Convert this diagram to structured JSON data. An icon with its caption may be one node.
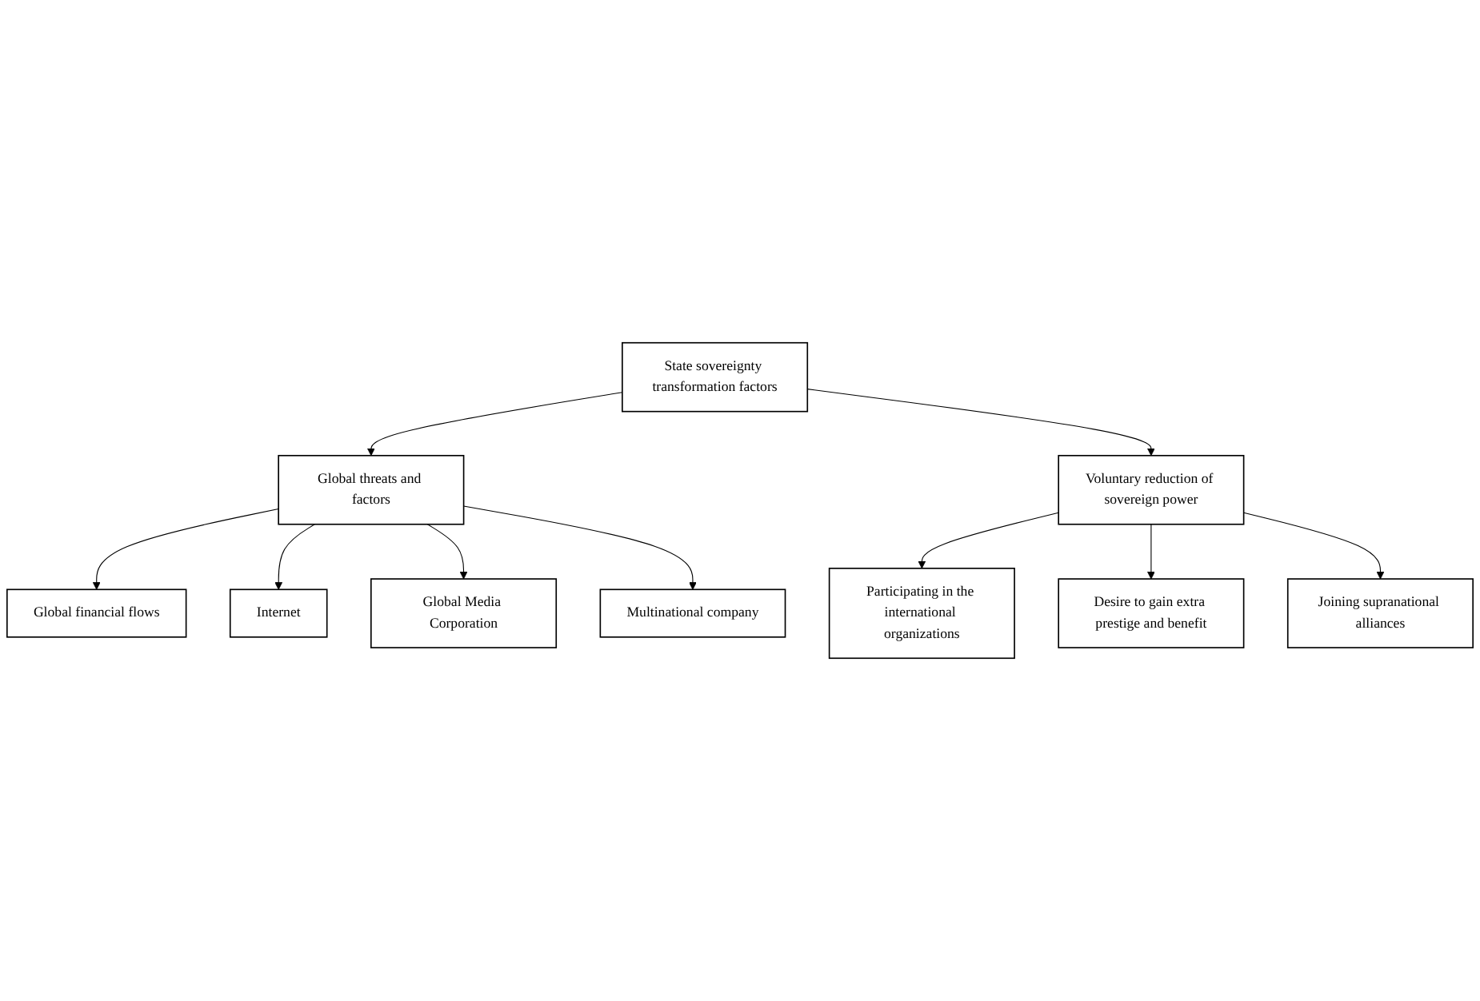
{
  "diagram": {
    "nodes": [
      {
        "text": [
          "State sovereignty transformation factors"
        ]
      },
      {
        "text": [
          "Global threats and factors"
        ]
      },
      {
        "text": [
          "Voluntary reduction of sovereign power"
        ]
      },
      {
        "text": [
          "Global financial flows"
        ]
      },
      {
        "text": [
          "Multinational company"
        ]
      },
      {
        "text": [
          "Joining supranational alliances"
        ]
      },
      {
        "text": [
          "Internet"
        ]
      },
      {
        "text": [
          "Global Media Corporation"
        ]
      },
      {
        "text": [
          "Participating in the international organizations"
        ]
      },
      {
        "text": [
          "Desire to gain extra prestige and benefit"
        ]
      }
    ],
    "edges": [
      {
        "from": 0,
        "to": 1,
        "arrow": "to"
      },
      {
        "from": 0,
        "to": 2,
        "arrow": "to"
      },
      {
        "from": 1,
        "to": 3,
        "arrow": "to"
      },
      {
        "from": 1,
        "to": 6,
        "arrow": "to"
      },
      {
        "from": 1,
        "to": 7,
        "arrow": "to"
      },
      {
        "from": 1,
        "to": 4,
        "arrow": "to"
      },
      {
        "from": 2,
        "to": 8,
        "arrow": "to"
      },
      {
        "from": 2,
        "to": 9,
        "arrow": "to"
      },
      {
        "from": 2,
        "to": 5,
        "arrow": "to"
      }
    ]
  }
}
